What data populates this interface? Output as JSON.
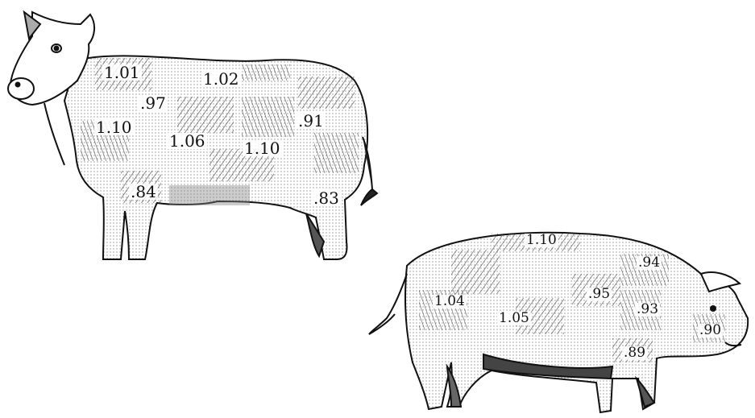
{
  "cow": {
    "labels": [
      "1.01",
      "1.02",
      ".97",
      "1.10",
      "1.06",
      "1.10",
      ".91",
      ".84",
      ".83"
    ]
  },
  "pig": {
    "labels": [
      "1.10",
      ".94",
      "1.04",
      ".95",
      ".93",
      "1.05",
      ".90",
      ".89"
    ]
  },
  "colors": {
    "ink": "#111111",
    "shade": "#555555",
    "background": "#ffffff"
  }
}
